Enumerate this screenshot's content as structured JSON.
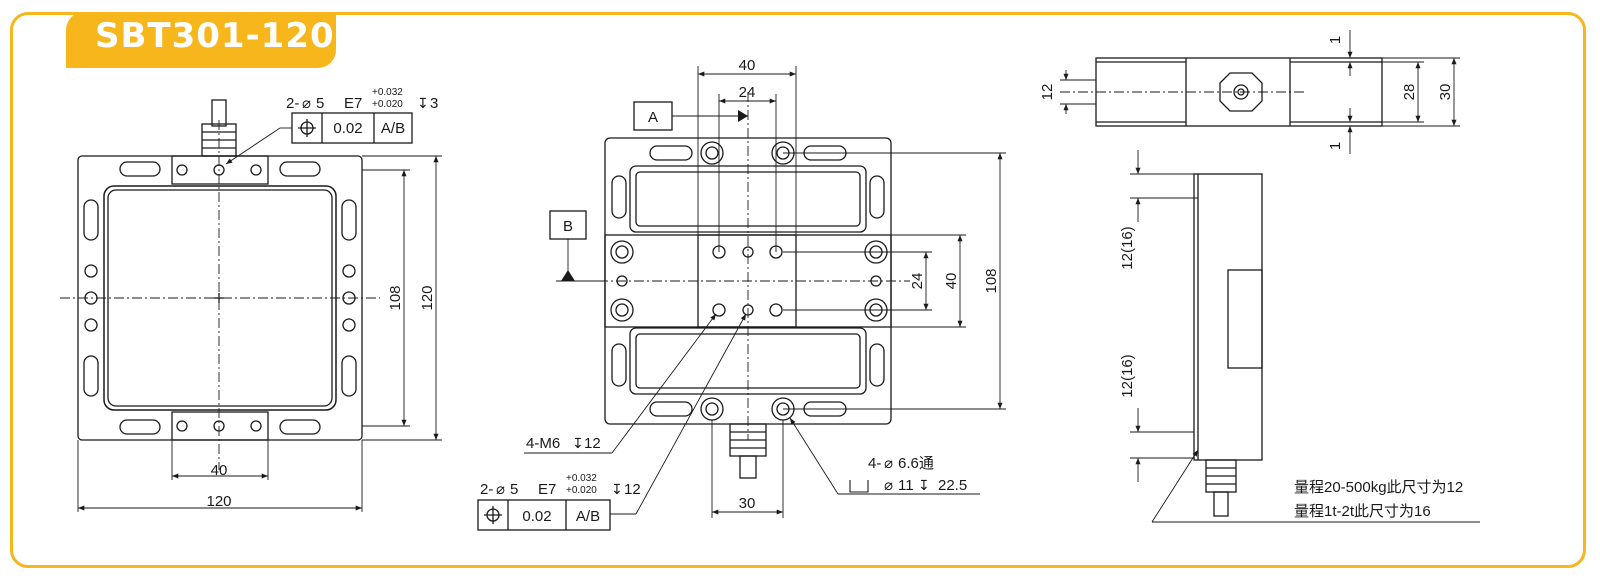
{
  "title": "SBT301-120",
  "front_view": {
    "hole_spec": {
      "prefix": "2-",
      "dia": "5",
      "fit": "E7",
      "tol_upper": "+0.032",
      "tol_lower": "+0.020",
      "depth": "3"
    },
    "tolerance_frame": {
      "value": "0.02",
      "datum": "A/B"
    },
    "dims": {
      "h_inner": "40",
      "h_outer": "120",
      "v_inner": "108",
      "v_outer": "120"
    }
  },
  "middle_view": {
    "datum_a": "A",
    "datum_b": "B",
    "dims": {
      "top_outer": "40",
      "top_inner": "24",
      "bottom": "30",
      "right_inner": "24",
      "right_mid": "40",
      "right_outer": "108"
    },
    "thread_callout": {
      "prefix": "4-M6",
      "depth": "12"
    },
    "hole_spec": {
      "prefix": "2-",
      "dia": "5",
      "fit": "E7",
      "tol_upper": "+0.032",
      "tol_lower": "+0.020",
      "depth": "12"
    },
    "tolerance_frame": {
      "value": "0.02",
      "datum": "A/B"
    },
    "through_hole": {
      "line1": "4-",
      "dia1": "6.6通",
      "line2": "11",
      "depth": "22.5"
    }
  },
  "right_top_view": {
    "dims": {
      "top_gap": "1",
      "bottom_gap": "1",
      "left": "12",
      "inner": "28",
      "outer": "30"
    }
  },
  "right_side_view": {
    "dims": {
      "upper": "12(16)",
      "lower": "12(16)"
    },
    "notes": [
      "量程20-500kg此尺寸为12",
      "量程1t-2t此尺寸为16"
    ]
  }
}
